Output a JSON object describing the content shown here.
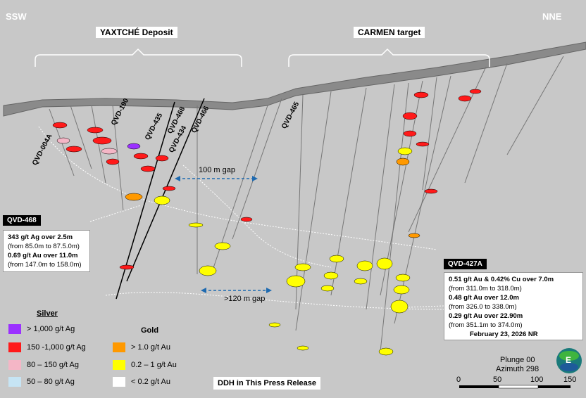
{
  "directions": {
    "left": "SSW",
    "right": "NNE"
  },
  "targets": {
    "yaxche": "YAXTCHÉ Deposit",
    "carmen": "CARMEN target"
  },
  "holes": [
    "QVD-004A",
    "QVD-190",
    "QVD-435",
    "QVD-434",
    "QVD-468",
    "QVD-466",
    "QVD-465"
  ],
  "gaps": {
    "upper": "100 m gap",
    "lower": ">120 m gap"
  },
  "callout_468": {
    "header": "QVD-468",
    "lines": [
      {
        "text": "343 g/t Ag over 2.5m",
        "bold": true
      },
      {
        "text": "(from 85.0m to 87.5.0m)",
        "bold": false
      },
      {
        "text": "0.69 g/t Au over 11.0m",
        "bold": true
      },
      {
        "text": "(from 147.0m to 158.0m)",
        "bold": false
      }
    ]
  },
  "callout_427a": {
    "header": "QVD-427A",
    "lines": [
      {
        "text": "0.51 g/t Au & 0.42% Cu over 7.0m",
        "bold": true
      },
      {
        "text": "(from 311.0m to 318.0m)",
        "bold": false
      },
      {
        "text": "0.48 g/t Au over 12.0m",
        "bold": true
      },
      {
        "text": "(from 326.0 to 338.0m)",
        "bold": false
      },
      {
        "text": "0.29 g/t Au over 22.90m",
        "bold": true
      },
      {
        "text": "(from 351.1m to 374.0m)",
        "bold": false
      },
      {
        "text": "February 23, 2026 NR",
        "bold": true
      }
    ]
  },
  "legend": {
    "silver_title": "Silver",
    "silver": [
      {
        "label": "> 1,000 g/t Ag",
        "color": "#9b30ff"
      },
      {
        "label": "150 -1,000 g/t Ag",
        "color": "#ff1a1a"
      },
      {
        "label": "80 – 150 g/t Ag",
        "color": "#f4b6c6"
      },
      {
        "label": "50 – 80 g/t Ag",
        "color": "#c6e4f4"
      }
    ],
    "gold_title": "Gold",
    "gold": [
      {
        "label": "> 1.0 g/t Au",
        "color": "#ff9900"
      },
      {
        "label": "0.2 – 1 g/t Au",
        "color": "#ffff00"
      },
      {
        "label": "< 0.2 g/t Au",
        "color": "#ffffff"
      }
    ]
  },
  "release_label": "DDH in This Press Release",
  "orientation": {
    "plunge": "Plunge 00",
    "azimuth": "Azimuth 298",
    "compass_letter": "E"
  },
  "scale": {
    "ticks": [
      "0",
      "50",
      "100",
      "150"
    ]
  }
}
